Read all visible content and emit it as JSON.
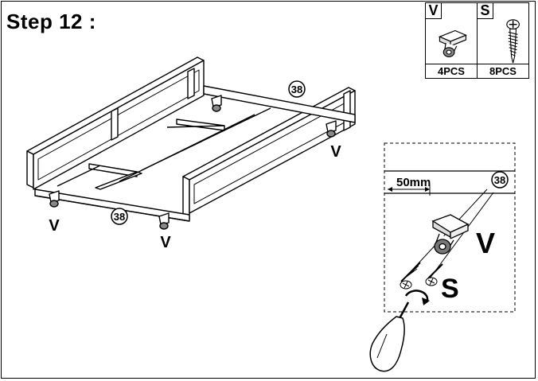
{
  "step": {
    "title": "Step 12 :"
  },
  "parts": [
    {
      "letter": "V",
      "qty": "4PCS",
      "icon": "caster-wheel-icon"
    },
    {
      "letter": "S",
      "qty": "8PCS",
      "icon": "screw-icon"
    }
  ],
  "labels": {
    "part_number": "38",
    "caster_letter": "V",
    "screw_letter": "S",
    "measurement": "50mm"
  }
}
